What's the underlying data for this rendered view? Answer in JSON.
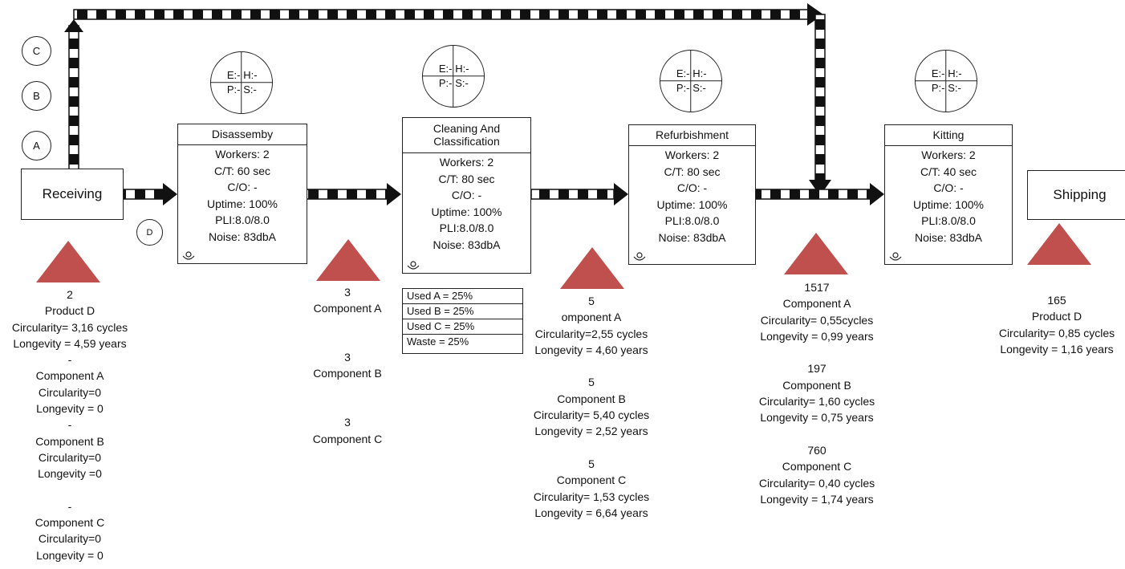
{
  "colors": {
    "inventory_triangle": "#c0504d",
    "line": "#222222"
  },
  "end_nodes": {
    "receiving": "Receiving",
    "shipping": "Shipping"
  },
  "signals": {
    "c": "C",
    "b": "B",
    "a": "A",
    "d": "D"
  },
  "processes": [
    {
      "title": "Disassemby",
      "workers": "Workers: 2",
      "ct": "C/T: 60 sec",
      "co": "C/O: -",
      "uptime": "Uptime: 100%",
      "pli": "PLI:8.0/8.0",
      "noise": "Noise: 83dbA",
      "icon": "operator-icon"
    },
    {
      "title": "Cleaning And Classification",
      "workers": "Workers: 2",
      "ct": "C/T: 80 sec",
      "co": "C/O: -",
      "uptime": "Uptime: 100%",
      "pli": "PLI:8.0/8.0",
      "noise": "Noise: 83dbA",
      "icon": "operator-icon"
    },
    {
      "title": "Refurbishment",
      "workers": "Workers: 2",
      "ct": "C/T: 80 sec",
      "co": "C/O: -",
      "uptime": "Uptime: 100%",
      "pli": "PLI:8.0/8.0",
      "noise": "Noise: 83dbA",
      "icon": "operator-icon"
    },
    {
      "title": "Kitting",
      "workers": "Workers: 2",
      "ct": "C/T: 40 sec",
      "co": "C/O: -",
      "uptime": "Uptime: 100%",
      "pli": "PLI:8.0/8.0",
      "noise": "Noise: 83dbA",
      "icon": "operator-icon"
    }
  ],
  "safety_circles": [
    {
      "e": "E:-",
      "h": "H:-",
      "p": "P:-",
      "s": "S:-"
    },
    {
      "e": "E:-",
      "h": "H:-",
      "p": "P:-",
      "s": "S:-"
    },
    {
      "e": "E:-",
      "h": "H:-",
      "p": "P:-",
      "s": "S:-"
    },
    {
      "e": "E:-",
      "h": "H:-",
      "p": "P:-",
      "s": "S:-"
    }
  ],
  "used_table": [
    "Used A =  25%",
    "Used B =  25%",
    "Used C =  25%",
    "Waste = 25%"
  ],
  "inventory": {
    "receiving": [
      "2",
      "Product D",
      "Circularity= 3,16 cycles",
      "Longevity = 4,59 years",
      "-",
      "Component A",
      "Circularity=0",
      "Longevity = 0",
      "-",
      "Component B",
      "Circularity=0",
      "Longevity =0",
      "",
      "-",
      "Component C",
      "Circularity=0",
      "Longevity = 0"
    ],
    "after_disassembly": [
      "3",
      "Component A",
      "",
      "",
      "3",
      "Component B",
      "",
      "",
      "3",
      "Component C"
    ],
    "after_cleaning": [
      "5",
      "omponent A",
      "Circularity=2,55 cycles",
      "Longevity = 4,60 years",
      "",
      "5",
      "Component B",
      "Circularity= 5,40 cycles",
      "Longevity = 2,52 years",
      "",
      "5",
      "Component C",
      "Circularity= 1,53 cycles",
      "Longevity = 6,64  years"
    ],
    "after_refurbishment": [
      "1517",
      "Component A",
      "Circularity=  0,55cycles",
      "Longevity =    0,99 years",
      "",
      "197",
      "Component B",
      "Circularity= 1,60 cycles",
      "Longevity = 0,75    years",
      "",
      "760",
      "Component C",
      "Circularity= 0,40 cycles",
      "Longevity = 1,74  years"
    ],
    "after_kitting": [
      "165",
      "Product D",
      "Circularity= 0,85 cycles",
      "Longevity =  1,16 years"
    ]
  }
}
